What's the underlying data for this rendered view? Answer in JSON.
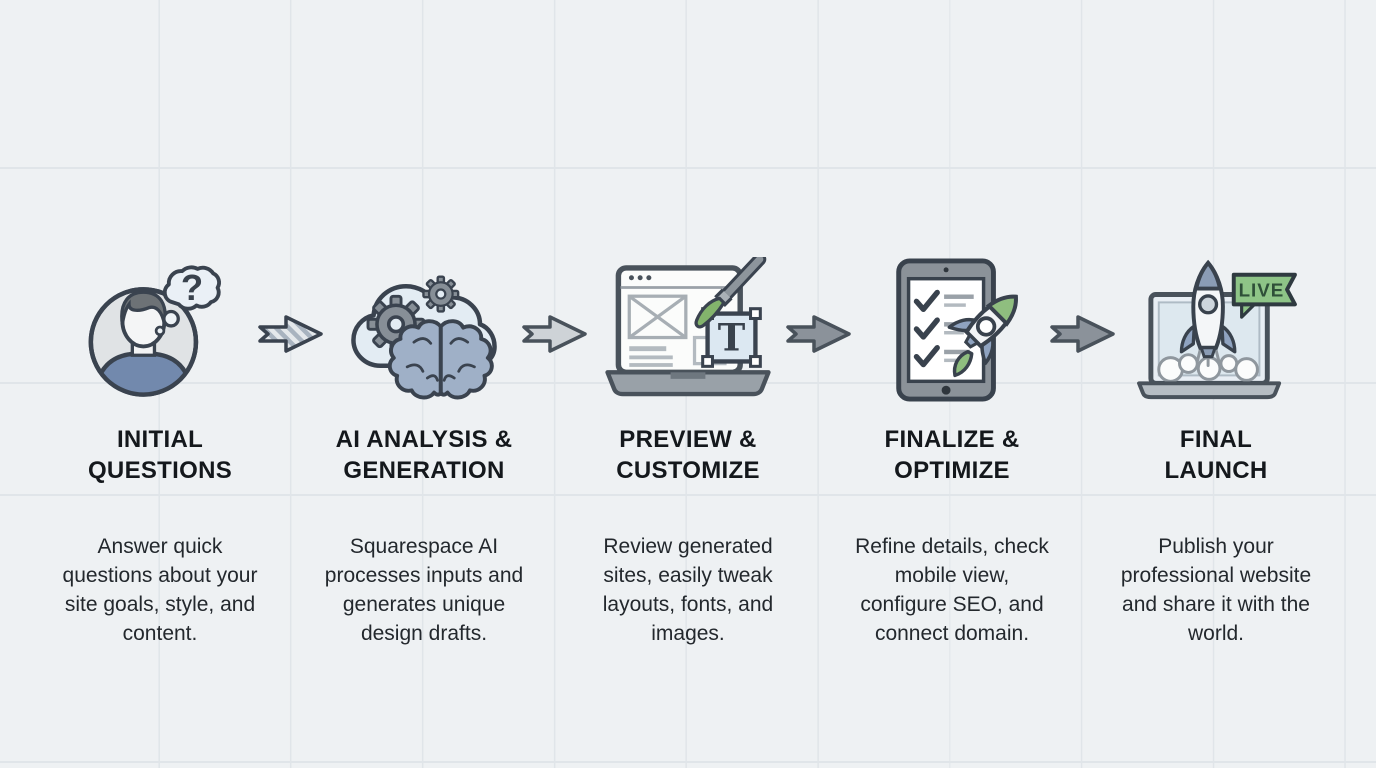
{
  "palette": {
    "background": "#eef1f3",
    "grid_line": "#e0e5e9",
    "outline_dark": "#3a434f",
    "title_text": "#14181c",
    "body_text": "#23282d",
    "accent_green": "#8ec487",
    "brush_green": "#83b36c",
    "shirt_blue": "#7289ad",
    "brain_blue": "#9fb0c7",
    "fin_blue": "#8fa3c0",
    "light_blue_fill": "#e3ecf3",
    "mid_gray": "#8b929a",
    "light_gray": "#ced3d7"
  },
  "steps": [
    {
      "icon": "user-question-icon",
      "bubble_glyph": "?",
      "title_lines": [
        "INITIAL",
        "QUESTIONS"
      ],
      "description": "Answer quick questions about your site goals, style, and content."
    },
    {
      "icon": "cloud-gears-brain-icon",
      "title_lines": [
        "AI ANALYSIS &",
        "GENERATION"
      ],
      "description": "Squarespace AI processes inputs and generates unique design drafts."
    },
    {
      "icon": "laptop-paintbrush-text-icon",
      "text_tool_glyph": "T",
      "title_lines": [
        "PREVIEW &",
        "CUSTOMIZE"
      ],
      "description": "Review generated sites, easily tweak layouts, fonts, and images."
    },
    {
      "icon": "tablet-checklist-rocket-icon",
      "title_lines": [
        "FINALIZE &",
        "OPTIMIZE"
      ],
      "description": "Refine details, check mobile view, configure SEO, and connect domain."
    },
    {
      "icon": "laptop-rocket-launch-icon",
      "badge_label": "LIVE",
      "title_lines": [
        "FINAL",
        "LAUNCH"
      ],
      "description": "Publish your professional website and share it with the world."
    }
  ],
  "arrows": [
    {
      "icon": "arrow-right-icon",
      "style": "striped"
    },
    {
      "icon": "arrow-right-icon",
      "style": "light"
    },
    {
      "icon": "arrow-right-icon",
      "style": "solid"
    },
    {
      "icon": "arrow-right-icon",
      "style": "solid"
    }
  ]
}
